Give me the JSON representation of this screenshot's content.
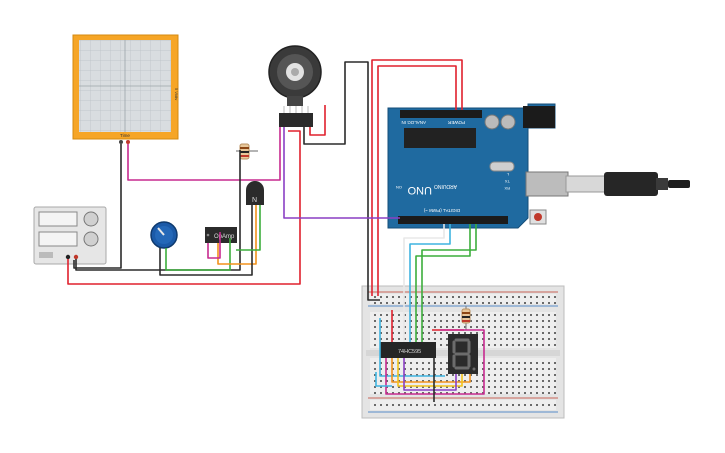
{
  "oscilloscope": {
    "side_label": "5 V/div",
    "bottom_label": "Time"
  },
  "power_supply": {
    "top_display": "",
    "bottom_display": ""
  },
  "opamp": {
    "label": "OpAmp"
  },
  "transistor": {
    "label": "N"
  },
  "arduino": {
    "brand": "UNO",
    "logo_text": "ARDUINO",
    "digital_label": "DIGITAL (PWM ~)",
    "power_label": "POWER",
    "analog_label": "ANALOG IN",
    "tx_label": "TX",
    "rx_label": "RX",
    "l_label": "L",
    "on_label": "ON"
  },
  "shift_register": {
    "label": "74HC595"
  },
  "seven_segment": {
    "digit": "8."
  },
  "colors": {
    "wire_red": "#e0212d",
    "wire_black": "#2b2b2b",
    "wire_magenta": "#c72a8f",
    "wire_purple": "#8a3fc4",
    "wire_green": "#3cae3c",
    "wire_orange": "#f2921c",
    "wire_blue": "#3fb4e0",
    "wire_yellow": "#f2c31c",
    "wire_white": "#e8e8e8",
    "arduino_blue": "#1f6aa0",
    "scope_frame": "#f6a526"
  }
}
